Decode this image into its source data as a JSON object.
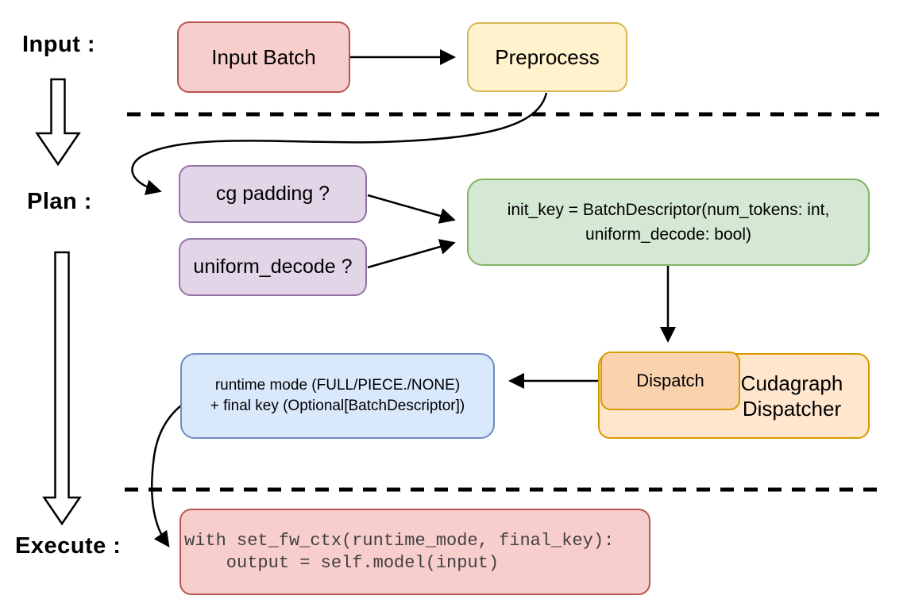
{
  "stage_labels": {
    "input": "Input :",
    "plan": "Plan :",
    "execute": "Execute :"
  },
  "nodes": {
    "input_batch": {
      "label": "Input Batch",
      "fill": "#f8cecc",
      "stroke": "#b85450"
    },
    "preprocess": {
      "label": "Preprocess",
      "fill": "#fff2cc",
      "stroke": "#d6b656"
    },
    "cg_padding": {
      "label": "cg padding ?",
      "fill": "#e1d5e7",
      "stroke": "#9673a6"
    },
    "uniform_decode": {
      "label": "uniform_decode ?",
      "fill": "#e1d5e7",
      "stroke": "#9673a6"
    },
    "init_key": {
      "line1": "init_key = BatchDescriptor(num_tokens: int,",
      "line2": "uniform_decode: bool)",
      "fill": "#d5e8d4",
      "stroke": "#82b366"
    },
    "runtime_mode": {
      "line1": "runtime mode (FULL/PIECE./NONE)",
      "line2": "+ final key (Optional[BatchDescriptor])",
      "fill": "#dae8fc",
      "stroke": "#6c8ebf"
    },
    "dispatch": {
      "label": "Dispatch",
      "fill": "#fad2ae",
      "stroke": "#d79b00"
    },
    "cudagraph_dispatcher": {
      "line1": "Cudagraph",
      "line2": "Dispatcher",
      "fill": "#ffe6cc",
      "stroke": "#d79b00"
    },
    "execute_code": {
      "line1": "with set_fw_ctx(runtime_mode, final_key):",
      "line2": "    output = self.model(input)",
      "fill": "#f8cecc",
      "stroke": "#b85450",
      "text_color": "#404040"
    }
  },
  "edges": [
    {
      "from": "input_batch",
      "to": "preprocess",
      "style": "straight"
    },
    {
      "from": "preprocess",
      "to": "cg_padding",
      "style": "curved"
    },
    {
      "from": "cg_padding",
      "to": "init_key",
      "style": "straight"
    },
    {
      "from": "uniform_decode",
      "to": "init_key",
      "style": "straight"
    },
    {
      "from": "init_key",
      "to": "dispatch",
      "style": "straight"
    },
    {
      "from": "dispatch",
      "to": "runtime_mode",
      "style": "straight"
    },
    {
      "from": "runtime_mode",
      "to": "execute_code",
      "style": "curved"
    }
  ],
  "colors": {
    "connector": "#000000",
    "divider": "#000000",
    "background": "#ffffff"
  }
}
